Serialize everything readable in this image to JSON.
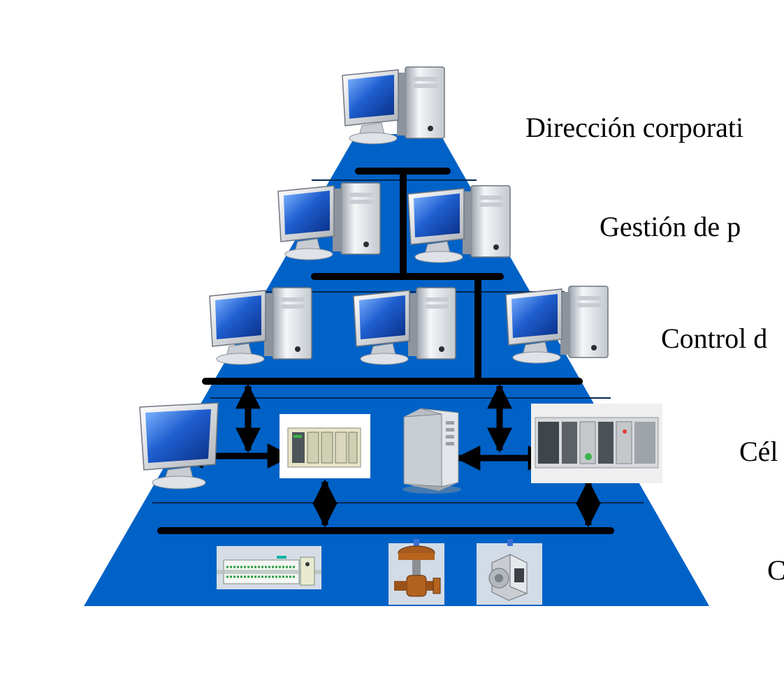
{
  "levels": [
    {
      "label": "Dirección corporati"
    },
    {
      "label": "Gestión de p"
    },
    {
      "label": "Control d"
    },
    {
      "label": "Cél"
    },
    {
      "label": "C"
    }
  ],
  "colors": {
    "pyramid": "#0062c7",
    "bus": "#000000",
    "divider": "#00264f",
    "monitor_screen": "#1e64c8",
    "case": "#e3e6ea",
    "background": "#ffffff"
  }
}
